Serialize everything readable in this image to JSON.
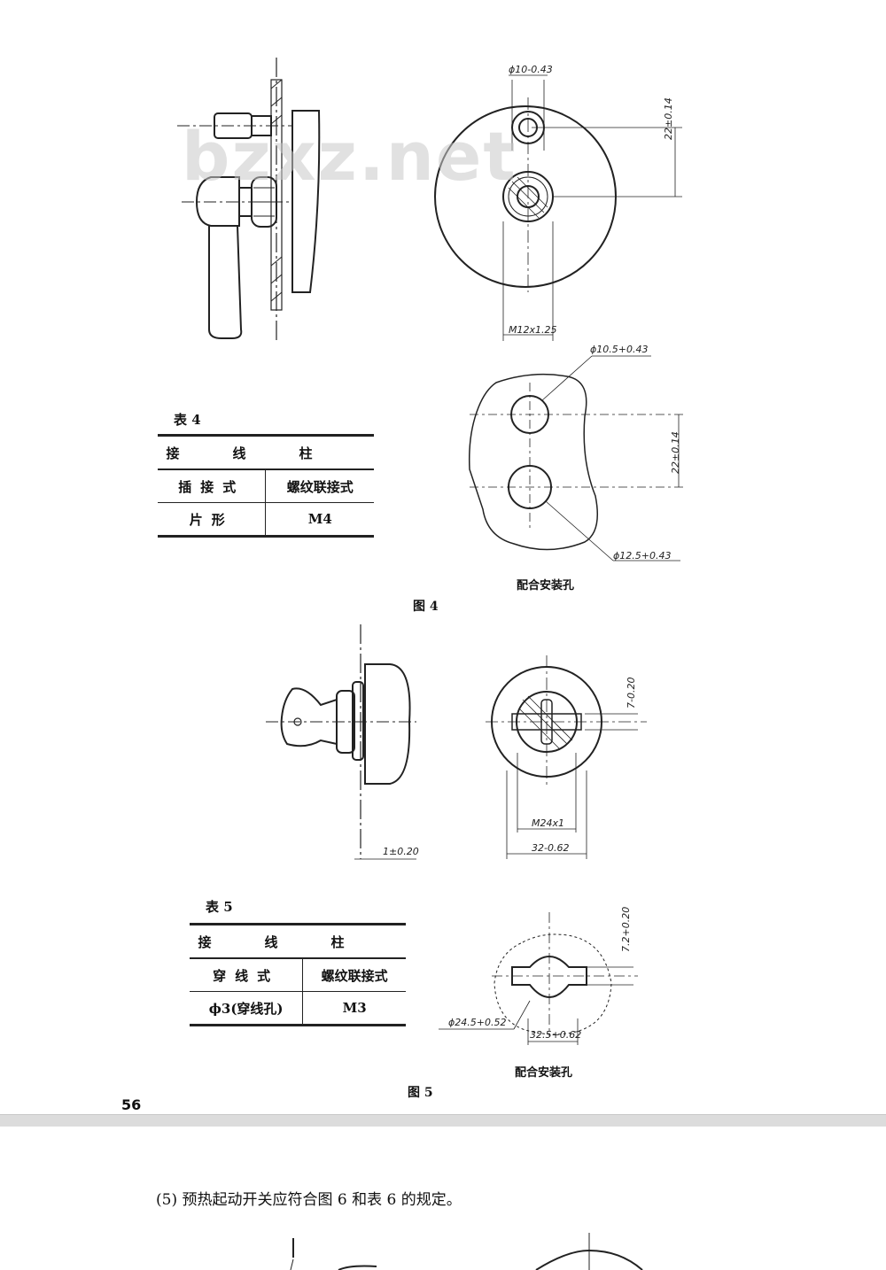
{
  "watermark": "bzxz.net",
  "figure4": {
    "caption": "图 4",
    "mount_label": "配合安装孔",
    "dims": {
      "d1": "ϕ10-0.43",
      "d2": "22±0.14",
      "d3": "M12x1.25",
      "d4": "ϕ10.5+0.43",
      "d5": "22±0.14",
      "d6": "ϕ12.5+0.43"
    }
  },
  "table4": {
    "label": "表 4",
    "header": "接线柱",
    "row1": [
      "插接式",
      "螺纹联接式"
    ],
    "row2": [
      "片形",
      "M4"
    ]
  },
  "figure5": {
    "caption": "图 5",
    "mount_label": "配合安装孔",
    "dims": {
      "d1": "7-0.20",
      "d2": "M24x1",
      "d3": "32-0.62",
      "d4": "1±0.20",
      "d5": "7.2+0.20",
      "d6": "ϕ24.5+0.52",
      "d7": "32.5+0.62"
    }
  },
  "table5": {
    "label": "表 5",
    "header": "接线柱",
    "row1": [
      "穿线式",
      "螺纹联接式"
    ],
    "row2": [
      "ϕ3(穿线孔)",
      "M3"
    ]
  },
  "page_number": "56",
  "next_page": {
    "text": "(5) 预热起动开关应符合图 6 和表 6 的规定。"
  }
}
